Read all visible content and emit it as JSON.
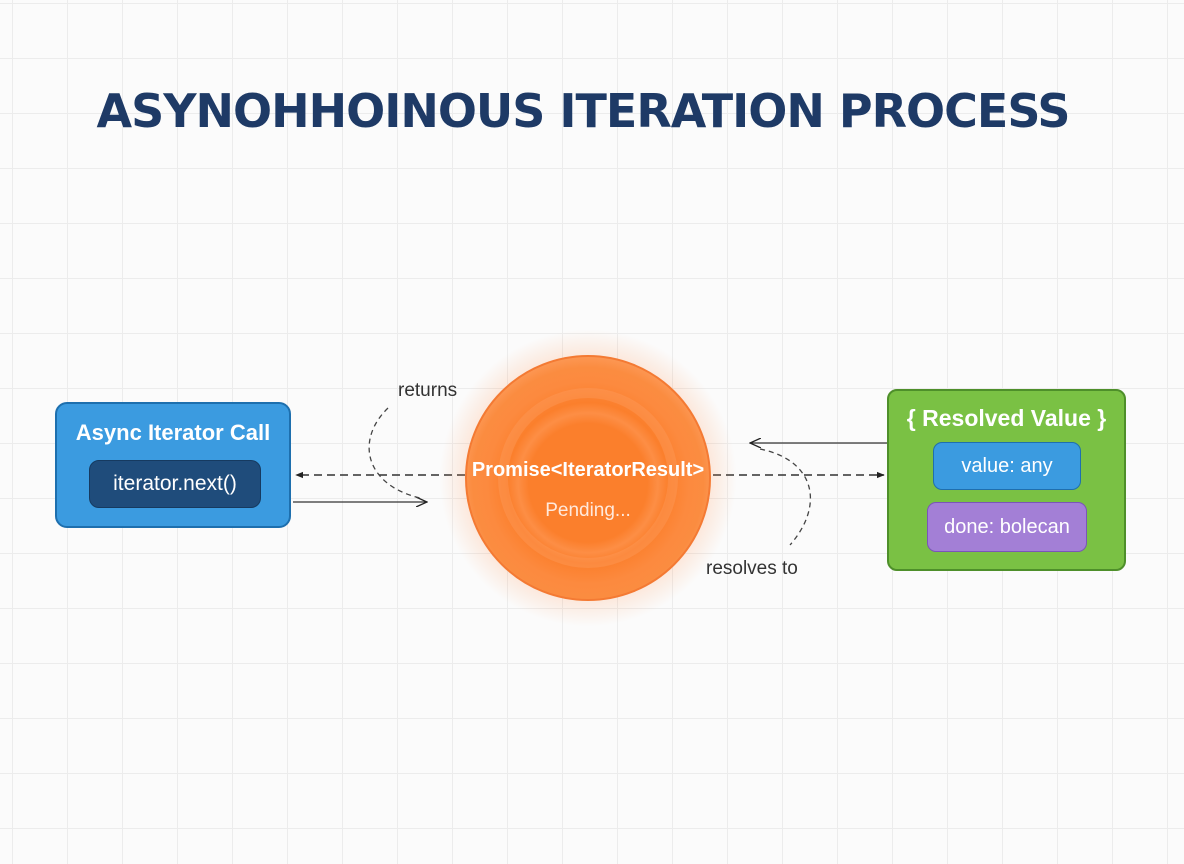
{
  "title": "ASYNOHHOINOUS ITERATION PROCESS",
  "iterator_call": {
    "heading": "Async Iterator Call",
    "method": "iterator.next()"
  },
  "promise": {
    "label": "Promise<IteratorResult>",
    "status": "Pending..."
  },
  "resolved_value": {
    "heading": "{ Resolved Value }",
    "value_field": "value: any",
    "done_field": "done: bolecan"
  },
  "edges": {
    "returns_label": "returns",
    "resolves_label": "resolves to"
  },
  "colors": {
    "title": "#1e3a66",
    "iterator_box": "#3b9be0",
    "method_pill": "#1f4c7b",
    "promise": "#fb7f2c",
    "resolved_box": "#7ac144",
    "value_pill": "#3b9be0",
    "done_pill": "#a37fd6"
  }
}
